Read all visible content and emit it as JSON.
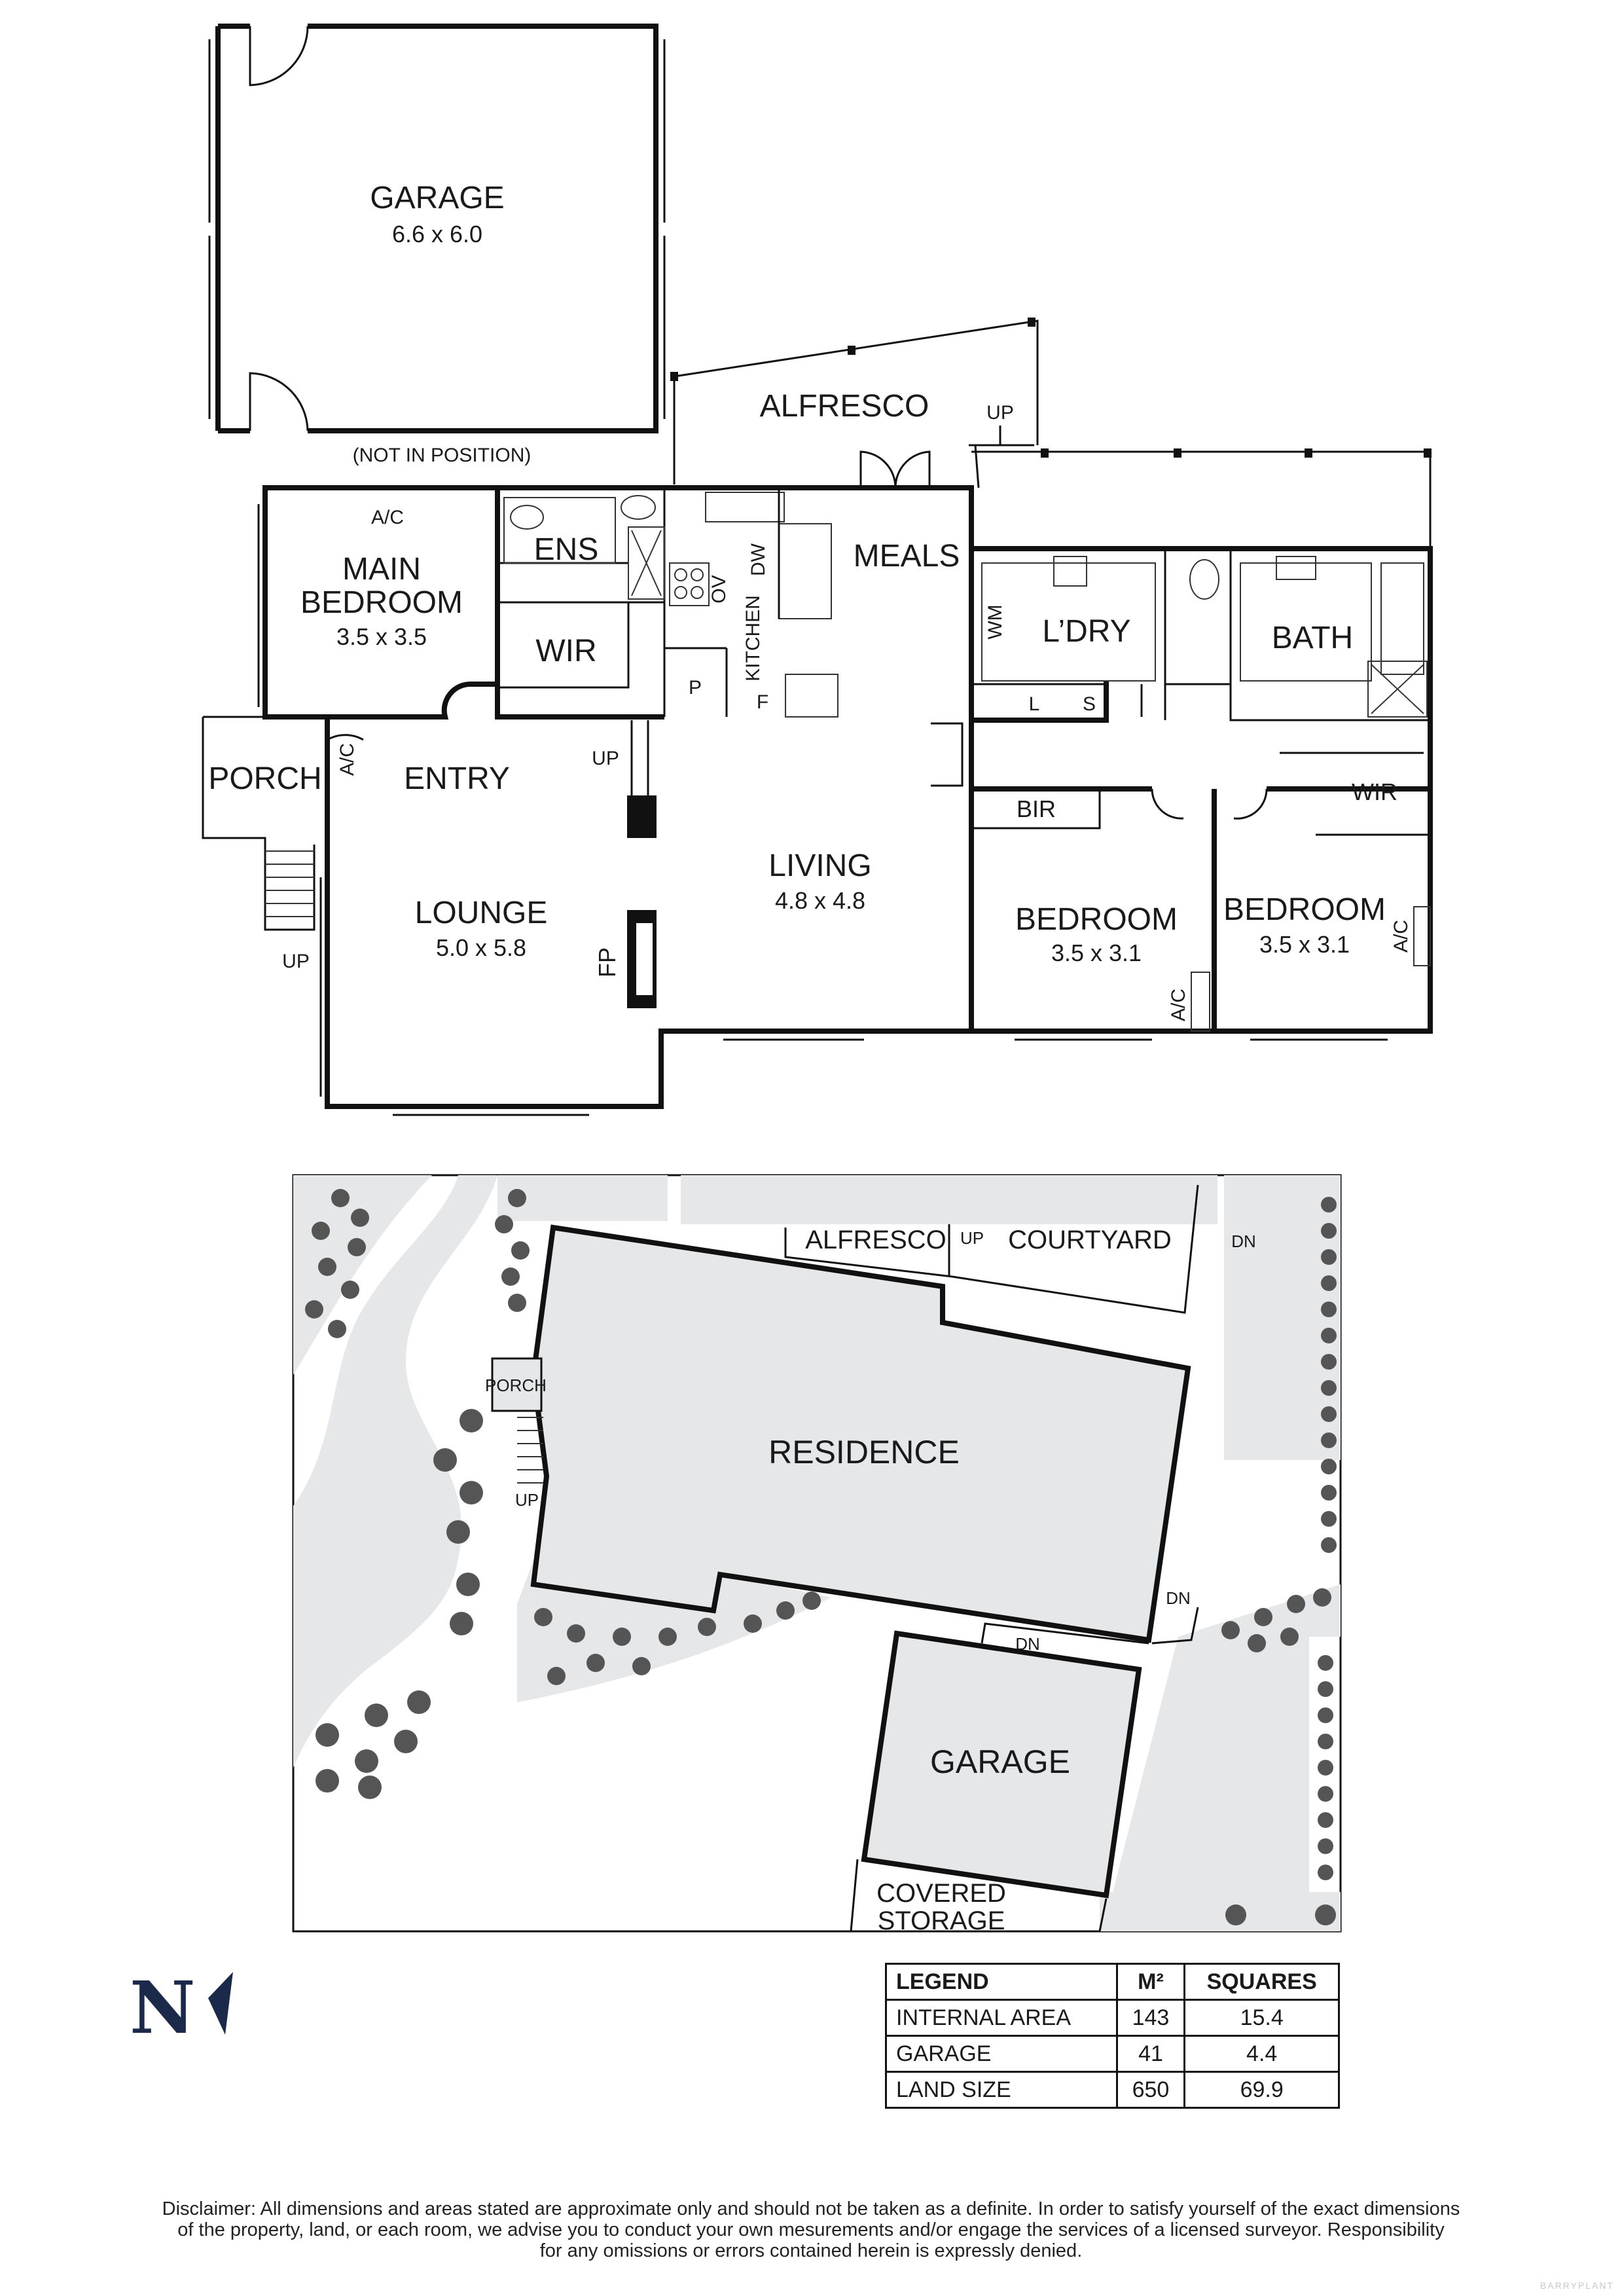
{
  "floor_plan": {
    "rooms": {
      "garage_label": "GARAGE",
      "garage_dim": "6.6 x 6.0",
      "not_in_position": "(NOT IN POSITION)",
      "alfresco": "ALFRESCO",
      "up": "UP",
      "ac": "A/C",
      "main_bedroom_line1": "MAIN",
      "main_bedroom_line2": "BEDROOM",
      "main_bedroom_dim": "3.5 x 3.5",
      "ens": "ENS",
      "wir": "WIR",
      "kitchen": "KITCHEN",
      "ov": "OV",
      "dw": "DW",
      "p": "P",
      "f": "F",
      "meals": "MEALS",
      "wm": "WM",
      "laundry": "L’DRY",
      "l": "L",
      "s": "S",
      "bath": "BATH",
      "porch": "PORCH",
      "entry": "ENTRY",
      "lounge": "LOUNGE",
      "lounge_dim": "5.0 x 5.8",
      "fp": "FP",
      "living": "LIVING",
      "living_dim": "4.8 x 4.8",
      "bir": "BIR",
      "bedroom": "BEDROOM",
      "bedroom_dim": "3.5 x 3.1"
    }
  },
  "site_plan": {
    "alfresco": "ALFRESCO",
    "up": "UP",
    "courtyard": "COURTYARD",
    "dn": "DN",
    "porch": "PORCH",
    "residence": "RESIDENCE",
    "garage": "GARAGE",
    "covered_storage_line1": "COVERED",
    "covered_storage_line2": "STORAGE"
  },
  "legend": {
    "headers": [
      "LEGEND",
      "M²",
      "SQUARES"
    ],
    "rows": [
      [
        "INTERNAL AREA",
        "143",
        "15.4"
      ],
      [
        "GARAGE",
        "41",
        "4.4"
      ],
      [
        "LAND SIZE",
        "650",
        "69.9"
      ]
    ]
  },
  "compass": {
    "letter": "N",
    "color": "#1b2a4a"
  },
  "disclaimer": [
    "Disclaimer: All dimensions and areas stated are approximate only and should not be taken as a definite. In order to satisfy yourself of the exact dimensions",
    "of the property, land, or each room, we advise you to conduct your own mesurements and/or engage the services of a licensed surveyor. Responsibility",
    "for any omissions or errors contained herein is expressly denied."
  ],
  "watermark": "BARRYPLANT",
  "colors": {
    "site_fill": "#e6e7e8",
    "residence_fill": "#e6e7e8",
    "tree": "#555555"
  }
}
